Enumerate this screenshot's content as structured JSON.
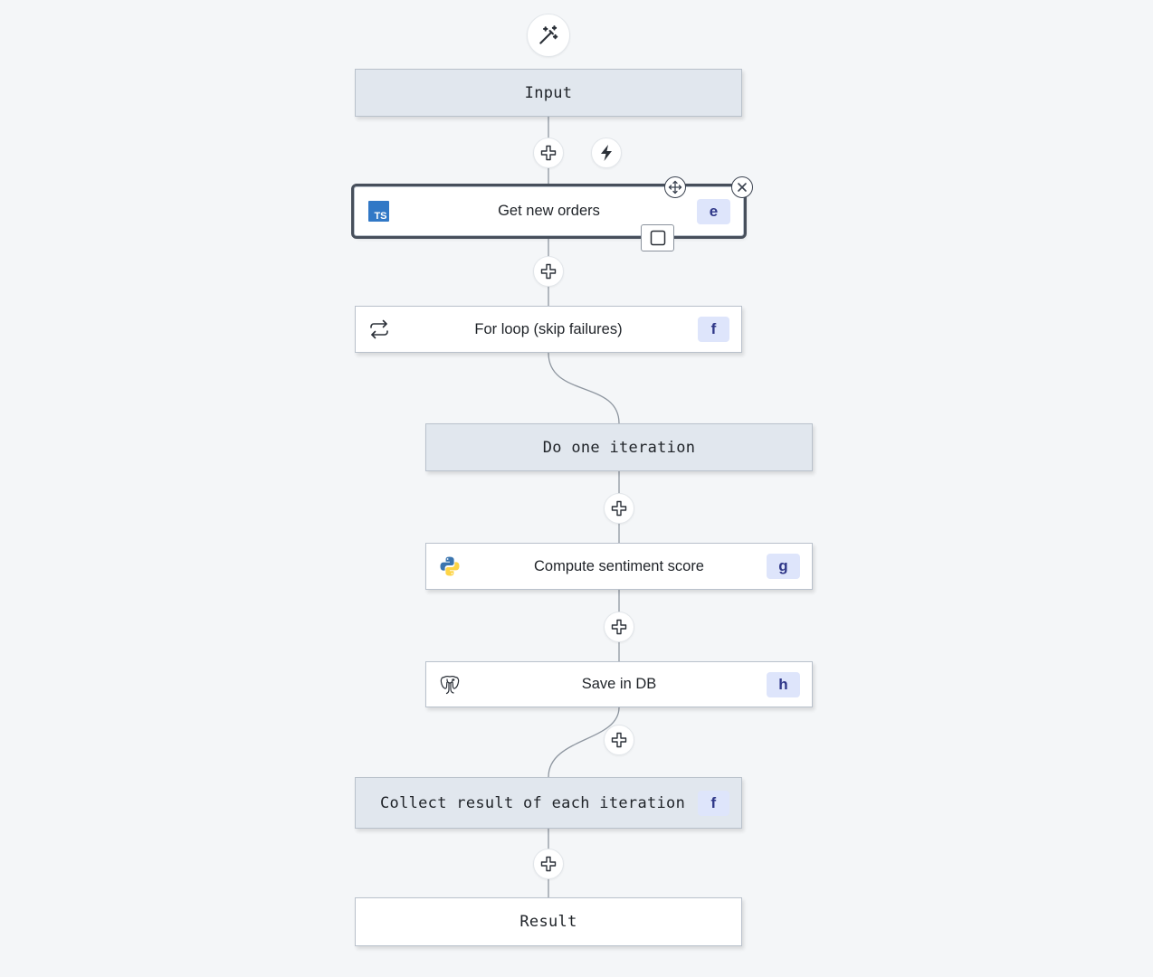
{
  "nodes": {
    "input": {
      "label": "Input"
    },
    "get_new_orders": {
      "label": "Get new orders",
      "badge": "e",
      "icon": "typescript-icon",
      "icon_text": "TS"
    },
    "for_loop": {
      "label": "For loop (skip failures)",
      "badge": "f",
      "icon": "loop-arrows-icon"
    },
    "do_one_iteration": {
      "label": "Do one iteration"
    },
    "compute_sentiment": {
      "label": "Compute sentiment score",
      "badge": "g",
      "icon": "python-icon"
    },
    "save_in_db": {
      "label": "Save in DB",
      "badge": "h",
      "icon": "postgresql-elephant-icon"
    },
    "collect_result": {
      "label": "Collect result of each iteration",
      "badge": "f"
    },
    "result": {
      "label": "Result"
    }
  },
  "toolbar": {
    "magic_button_icon": "magic-wand-icon",
    "trigger_button_icon": "lightning-bolt-icon"
  },
  "colors": {
    "background": "#f4f6f8",
    "flow_node": "#e1e7ee",
    "module_node": "#ffffff",
    "badge_bg": "#dee5fb",
    "badge_text": "#2f3788",
    "typescript": "#3178c6",
    "selected_outline": "#474f5b"
  }
}
